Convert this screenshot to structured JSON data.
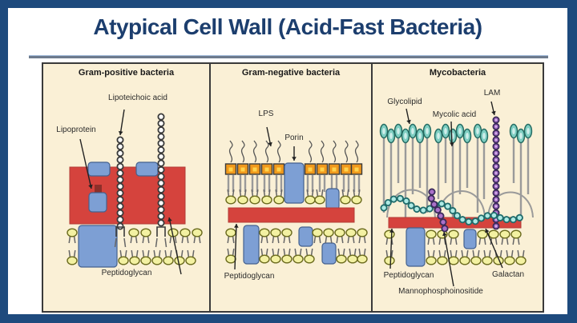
{
  "title": "Atypical Cell Wall (Acid-Fast Bacteria)",
  "panels": [
    {
      "header": "Gram-positive bacteria",
      "labels": {
        "lipoteichoic_acid": "Lipoteichoic acid",
        "lipoprotein": "Lipoprotein",
        "peptidoglycan": "Peptidoglycan"
      }
    },
    {
      "header": "Gram-negative bacteria",
      "labels": {
        "lps": "LPS",
        "porin": "Porin",
        "peptidoglycan": "Peptidoglycan"
      }
    },
    {
      "header": "Mycobacteria",
      "labels": {
        "glycolipid": "Glycolipid",
        "mycolic_acid": "Mycolic acid",
        "lam": "LAM",
        "peptidoglycan": "Peptidoglycan",
        "galactan": "Galactan",
        "mannophosphoinositide": "Mannophosphoinositide"
      }
    }
  ],
  "colors": {
    "frame_navy": "#1e4a7d",
    "title_text": "#1c3e6e",
    "panel_background": "#faf0d6",
    "peptidoglycan_red": "#d5433d",
    "protein_blue": "#7d9fd4",
    "lipid_head_yellow": "#f3f1a2",
    "lps_orange": "#f0991c",
    "glycolipid_teal": "#7ecec2",
    "lam_purple": "#a970c9",
    "galactan_cyan": "#aeeae4"
  }
}
